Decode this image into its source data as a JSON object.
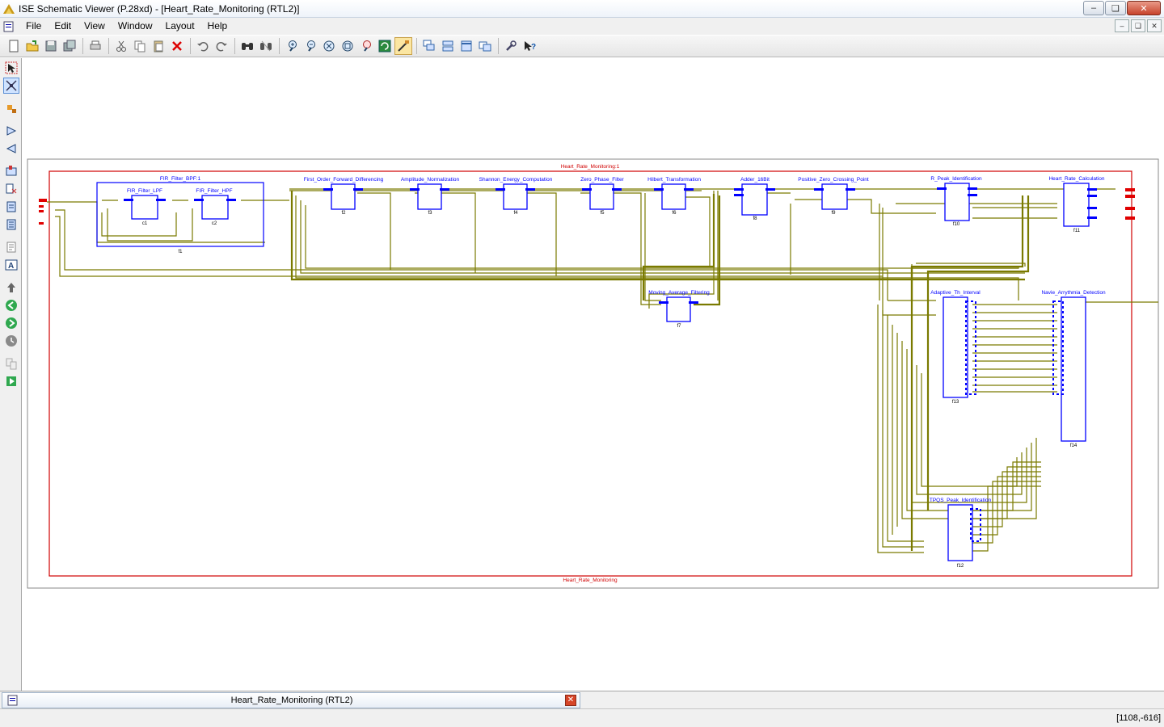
{
  "window": {
    "title": "ISE Schematic Viewer (P.28xd) - [Heart_Rate_Monitoring (RTL2)]",
    "minimize": "–",
    "restore": "❏",
    "close": "✕"
  },
  "menu": {
    "items": [
      "File",
      "Edit",
      "View",
      "Window",
      "Layout",
      "Help"
    ],
    "mdi_minimize": "–",
    "mdi_restore": "❏",
    "mdi_close": "✕"
  },
  "schematic": {
    "top_label": "Heart_Rate_Monitoring:1",
    "bottom_label": "Heart_Rate_Monitoring",
    "fir_group": {
      "name": "FIR_Filter_BPF:1",
      "instance": "f1"
    },
    "blocks": [
      {
        "name": "FIR_Filter_LPF",
        "instance": "c1"
      },
      {
        "name": "FIR_Filter_HPF",
        "instance": "c2"
      },
      {
        "name": "First_Order_Forward_Differencing",
        "instance": "f2"
      },
      {
        "name": "Amplitude_Normalization",
        "instance": "f3"
      },
      {
        "name": "Shannon_Energy_Computation",
        "instance": "f4"
      },
      {
        "name": "Zero_Phase_Filter",
        "instance": "f5"
      },
      {
        "name": "Hilbert_Transformation",
        "instance": "f6"
      },
      {
        "name": "Moving_Average_Filtering",
        "instance": "f7"
      },
      {
        "name": "Adder_16Bit",
        "instance": "f8"
      },
      {
        "name": "Positive_Zero_Crossing_Point",
        "instance": "f9"
      },
      {
        "name": "R_Peak_Identification",
        "instance": "f10"
      },
      {
        "name": "Heart_Rate_Calculation",
        "instance": "f11"
      },
      {
        "name": "TPQS_Peak_Identification",
        "instance": "f12"
      },
      {
        "name": "Adaptive_Th_Interval",
        "instance": "f13"
      },
      {
        "name": "Navie_Arrythmia_Detection",
        "instance": "f14"
      }
    ]
  },
  "tabs": {
    "document": "Heart_Rate_Monitoring (RTL2)",
    "close": "✕"
  },
  "status": {
    "coords": "[1108,-616]"
  },
  "colors": {
    "wire": "#7a7a00",
    "block": "#0000ff",
    "boundary": "#d00000",
    "port": "#e00000"
  }
}
